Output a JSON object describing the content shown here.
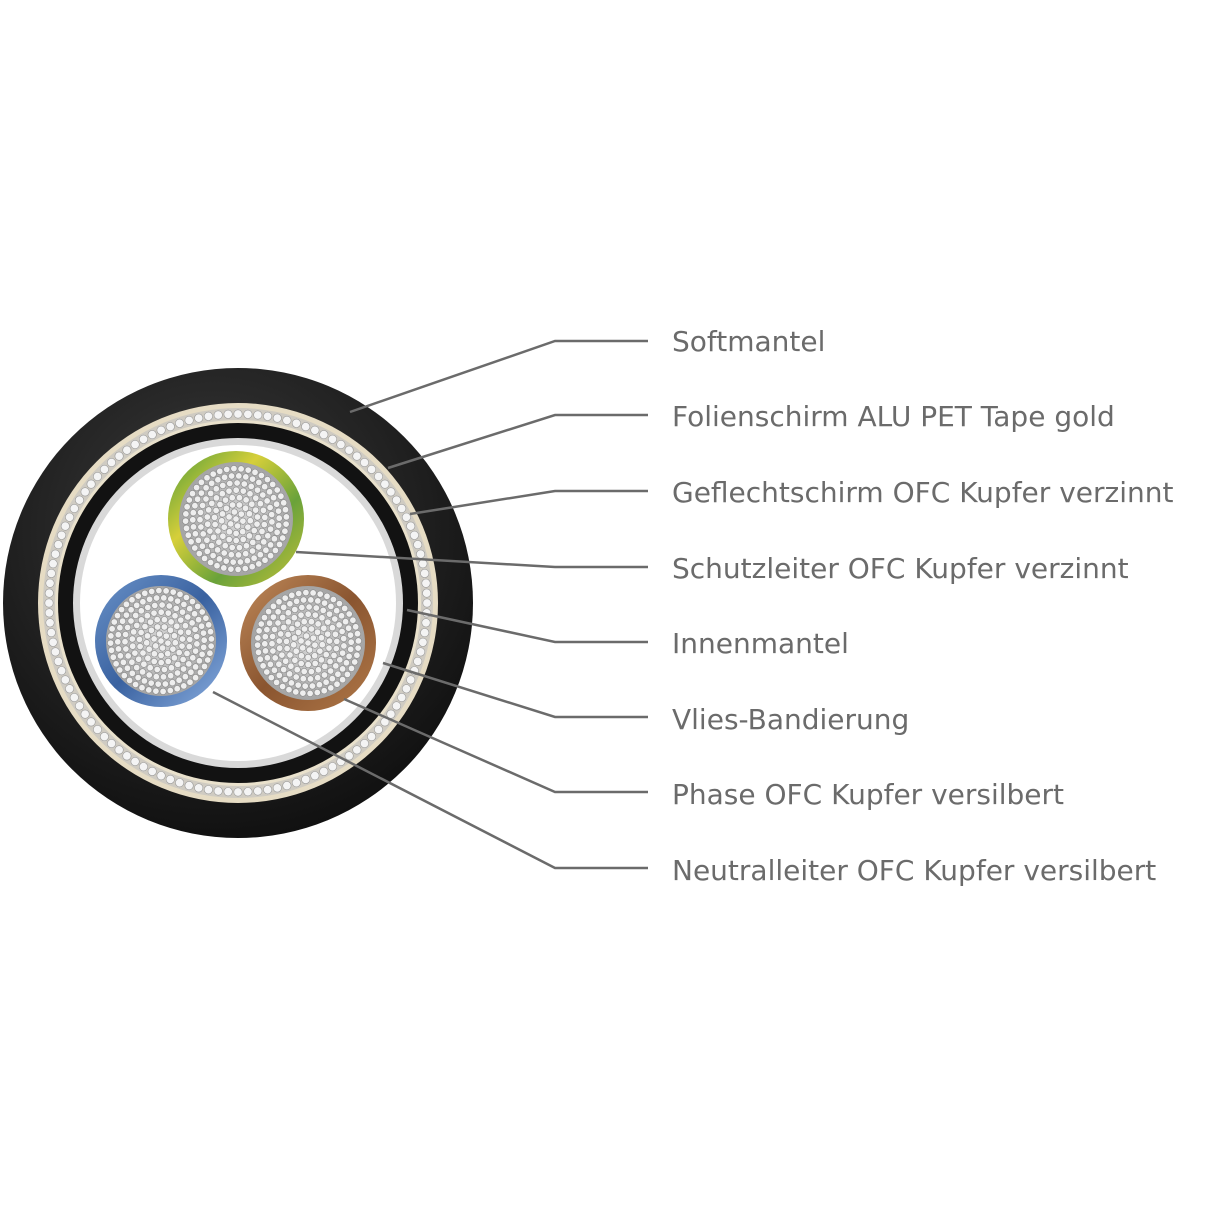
{
  "labels": [
    "Softmantel",
    "Folienschirm ALU PET Tape gold",
    "Geflechtschirm OFC Kupfer verzinnt",
    "Schutzleiter OFC Kupfer verzinnt",
    "Innenmantel",
    "Vlies-Bandierung",
    "Phase OFC Kupfer versilbert",
    "Neutralleiter OFC Kupfer versilbert"
  ],
  "colors": {
    "jacket": "#1a1a1a",
    "braid": "#c8c4bb",
    "foil": "#e8dcc0",
    "inner_sheath": "#111111",
    "fleece": "#d8d8d8",
    "core_fill": "#ffffff",
    "earth_conductor": "#a8c23a",
    "phase_conductor": "#a06a3c",
    "neutral_conductor": "#4a78b8",
    "strand": "#bfbfbf",
    "leader_line": "#6b6b6b",
    "label_text": "#6b6b6b"
  }
}
